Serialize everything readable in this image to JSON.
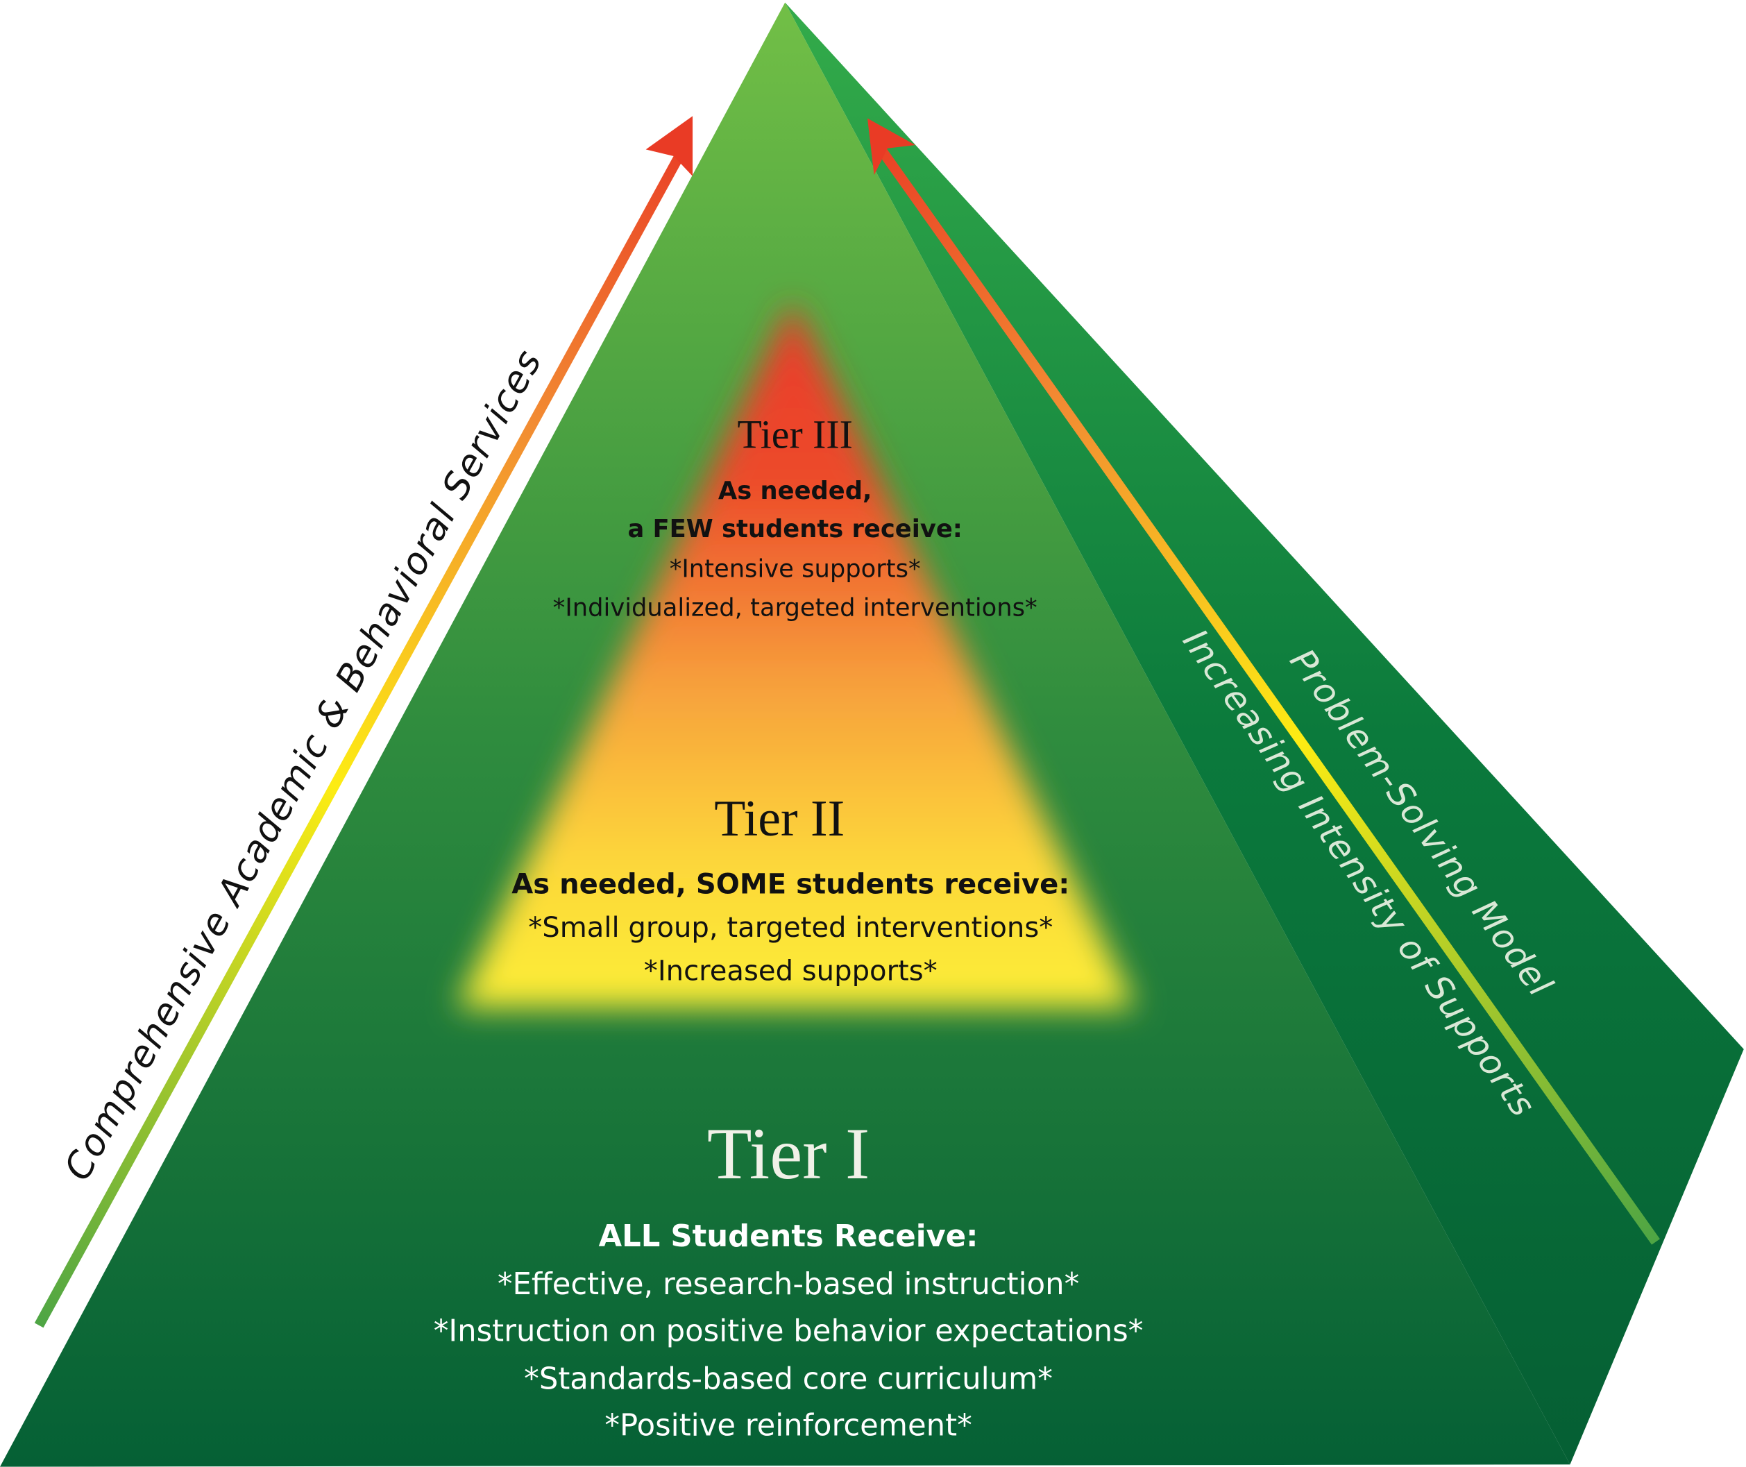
{
  "colors": {
    "front_top": "#6dbb45",
    "front_bottom": "#056035",
    "side_top": "#2fa84a",
    "side_bottom": "#055f34",
    "tier3": "#ea3a2a",
    "tier2_mid": "#f7a23c",
    "tier2": "#fcee36",
    "arrow_red": "#e93b25",
    "arrow_yellow": "#fdec13",
    "arrow_green": "#4ea544"
  },
  "left_arrow_label": "Comprehensive Academic & Behavioral Services",
  "right_arrow_labels": {
    "outer": "Problem-Solving Model",
    "inner": "Increasing Intensity of Supports"
  },
  "tiers": {
    "tier3": {
      "title": "Tier III",
      "subtitle_1": "As needed,",
      "subtitle_2": "a FEW students receive:",
      "items": [
        "*Intensive supports*",
        "*Individualized, targeted interventions*"
      ]
    },
    "tier2": {
      "title": "Tier II",
      "subtitle": "As needed, SOME students receive:",
      "items": [
        "*Small group, targeted interventions*",
        "*Increased supports*"
      ]
    },
    "tier1": {
      "title": "Tier I",
      "subtitle": "ALL Students Receive:",
      "items": [
        "*Effective, research-based instruction*",
        "*Instruction on positive behavior expectations*",
        "*Standards-based core curriculum*",
        "*Positive reinforcement*"
      ]
    }
  }
}
